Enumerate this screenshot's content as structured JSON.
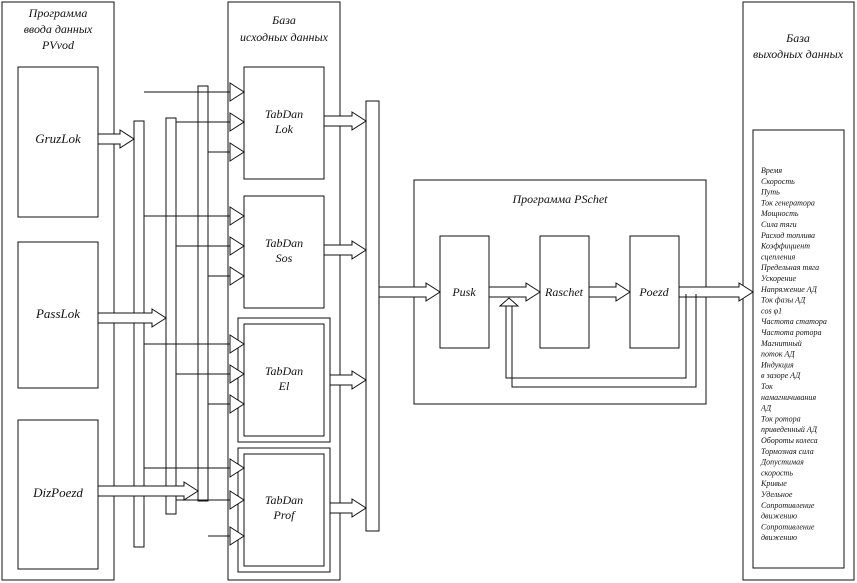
{
  "panels": {
    "input_program": [
      "Программа",
      "ввода данных",
      "PVvod"
    ],
    "source_db": [
      "База",
      "исходных данных"
    ],
    "output_db": [
      "База",
      "выходных данных"
    ],
    "pschet": "Программа PSchet"
  },
  "input_modules": [
    "GruzLok",
    "PassLok",
    "DizPoezd"
  ],
  "tables": [
    [
      "TabDan",
      "Lok"
    ],
    [
      "TabDan",
      "Sos"
    ],
    [
      "TabDan",
      "El"
    ],
    [
      "TabDan",
      "Prof"
    ]
  ],
  "pschet_modules": [
    "Pusk",
    "Raschet",
    "Poezd"
  ],
  "output_items": [
    "Время",
    "Скорость",
    "Путь",
    "Ток генератора",
    "Мощность",
    "Сила тяги",
    "Расход топлива",
    "Коэффициент",
    "сцепления",
    "Предельная тяга",
    "Ускорение",
    "Напряжение АД",
    "Ток фазы АД",
    "cos φ1",
    "Частота статора",
    "Частота ротора",
    "Магнитный",
    "поток АД",
    "Индукция",
    "в зазоре АД",
    "Ток",
    "намагничивания",
    "АД",
    "Ток ротора",
    "приведенный АД",
    "Обороты колеса",
    "Тормозная сила",
    "Допустимая",
    "скорость",
    "Кривые",
    "Удельное",
    "Сопротивление",
    "движению",
    "Сопротивление",
    "движению"
  ]
}
